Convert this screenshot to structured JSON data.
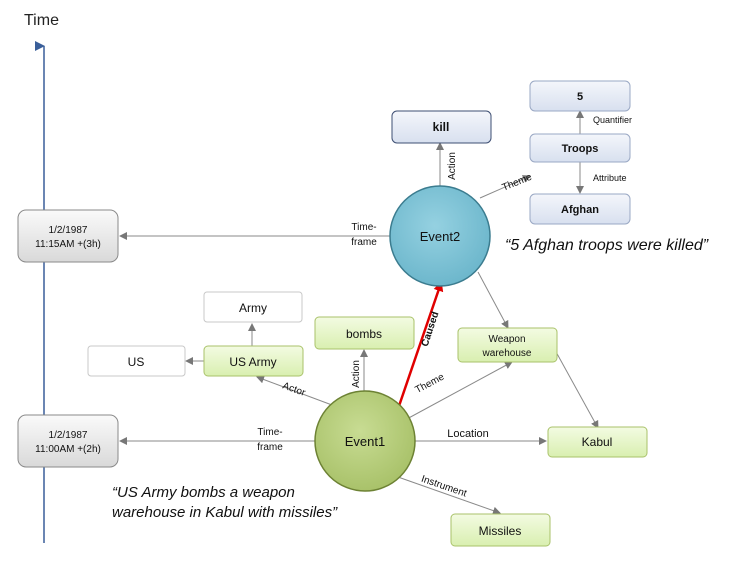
{
  "axis": {
    "label": "Time"
  },
  "events": {
    "event1": "Event1",
    "event2": "Event2"
  },
  "nodes": {
    "kill": "kill",
    "five": "5",
    "troops": "Troops",
    "afghan": "Afghan",
    "time2_line1": "1/2/1987",
    "time2_line2": "11:15AM +(3h)",
    "army": "Army",
    "us": "US",
    "us_army": "US Army",
    "bombs": "bombs",
    "weapon_line1": "Weapon",
    "weapon_line2": "warehouse",
    "time1_line1": "1/2/1987",
    "time1_line2": "11:00AM +(2h)",
    "kabul": "Kabul",
    "missiles": "Missiles"
  },
  "edges": {
    "action_top": "Action",
    "theme_top": "Theme",
    "quantifier": "Quantifier",
    "attribute": "Attribute",
    "timeframe_top_1": "Time-",
    "timeframe_top_2": "frame",
    "caused": "Caused",
    "actor": "Actor",
    "action_bottom": "Action",
    "theme_bottom": "Theme",
    "timeframe_bottom_1": "Time-",
    "timeframe_bottom_2": "frame",
    "location": "Location",
    "instrument": "Instrument"
  },
  "quotes": {
    "event2": "“5 Afghan troops were killed”",
    "event1_line1": "“US Army bombs a weapon",
    "event1_line2": "warehouse in Kabul with missiles”"
  },
  "colors": {
    "axis": "#3a5f9a",
    "event1_fill": "#b8cf7e",
    "event2_fill": "#7ec3d6",
    "green_node": "#e8f6c9",
    "blue_node": "#e6ebf5",
    "caused": "#e00000"
  }
}
